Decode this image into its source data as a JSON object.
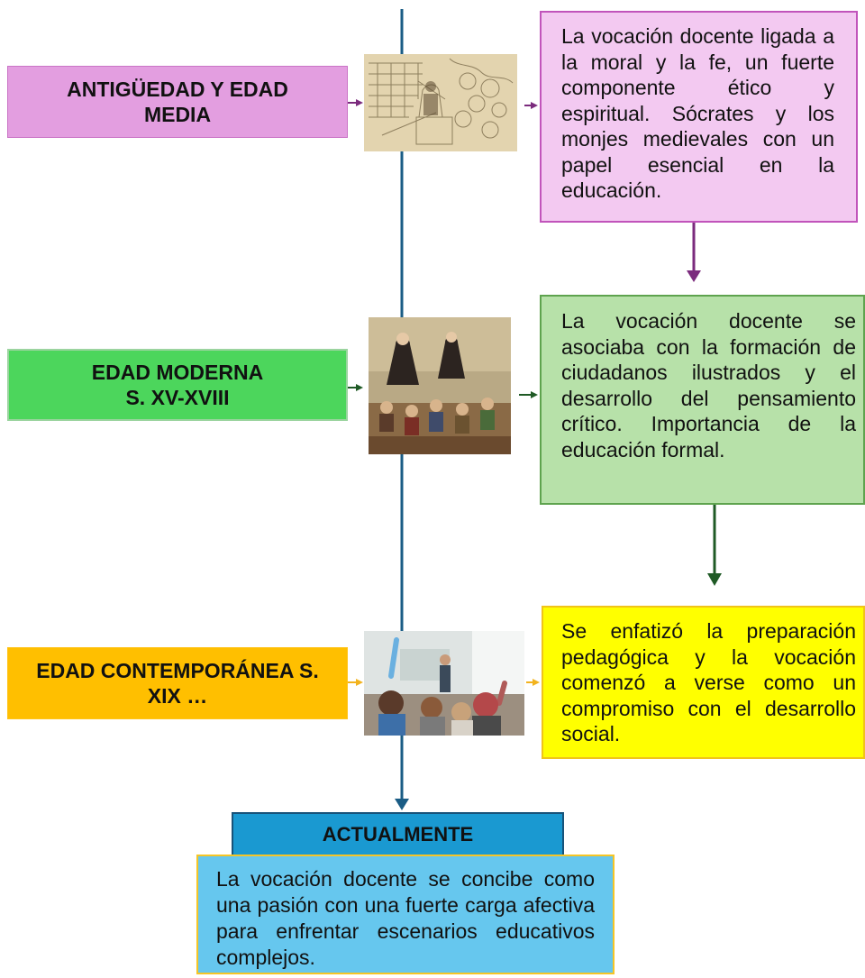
{
  "stages": [
    {
      "era": "ANTIGÜEDAD Y EDAD MEDIA",
      "image": "medieval-teaching-illustration",
      "description": "La vocación docente ligada a la moral y la fe, un fuerte componente ético y espiritual. Sócrates y los monjes medievales con un papel esencial en la educación.",
      "colors": {
        "box": "#e39ee0",
        "box_border": "#ca74c6",
        "desc_bg": "#f3c9f1",
        "desc_border": "#c154bb",
        "arrow": "#7b2b7d"
      }
    },
    {
      "era": "EDAD MODERNA S. XV-XVIII",
      "image": "classroom-painting",
      "description": "La vocación docente se asociaba con la formación de ciudadanos ilustrados y el desarrollo del pensamiento crítico. Importancia de la educación formal.",
      "colors": {
        "box": "#4cd65c",
        "box_border": "#9bd49f",
        "desc_bg": "#b7e1a9",
        "desc_border": "#5ea34e",
        "arrow": "#1f5a25"
      }
    },
    {
      "era": "EDAD CONTEMPORÁNEA S. XIX …",
      "image": "modern-classroom-photo",
      "description": "Se enfatizó la preparación pedagógica y la vocación comenzó a verse como un compromiso con el desarrollo social.",
      "colors": {
        "box": "#ffbf00",
        "box_border": "#ffc41a",
        "desc_bg": "#ffff00",
        "desc_border": "#f0c419",
        "arrow": "#f2b31e"
      }
    }
  ],
  "current": {
    "title": "ACTUALMENTE",
    "description": "La vocación docente se concibe como una pasión con una fuerte carga afectiva para enfrentar escenarios educativos complejos.",
    "colors": {
      "title_bg": "#1a99d1",
      "title_border": "#17537a",
      "desc_bg": "#66c7ee",
      "desc_border": "#f5c526"
    }
  },
  "timeline_color": "#1a5c85"
}
